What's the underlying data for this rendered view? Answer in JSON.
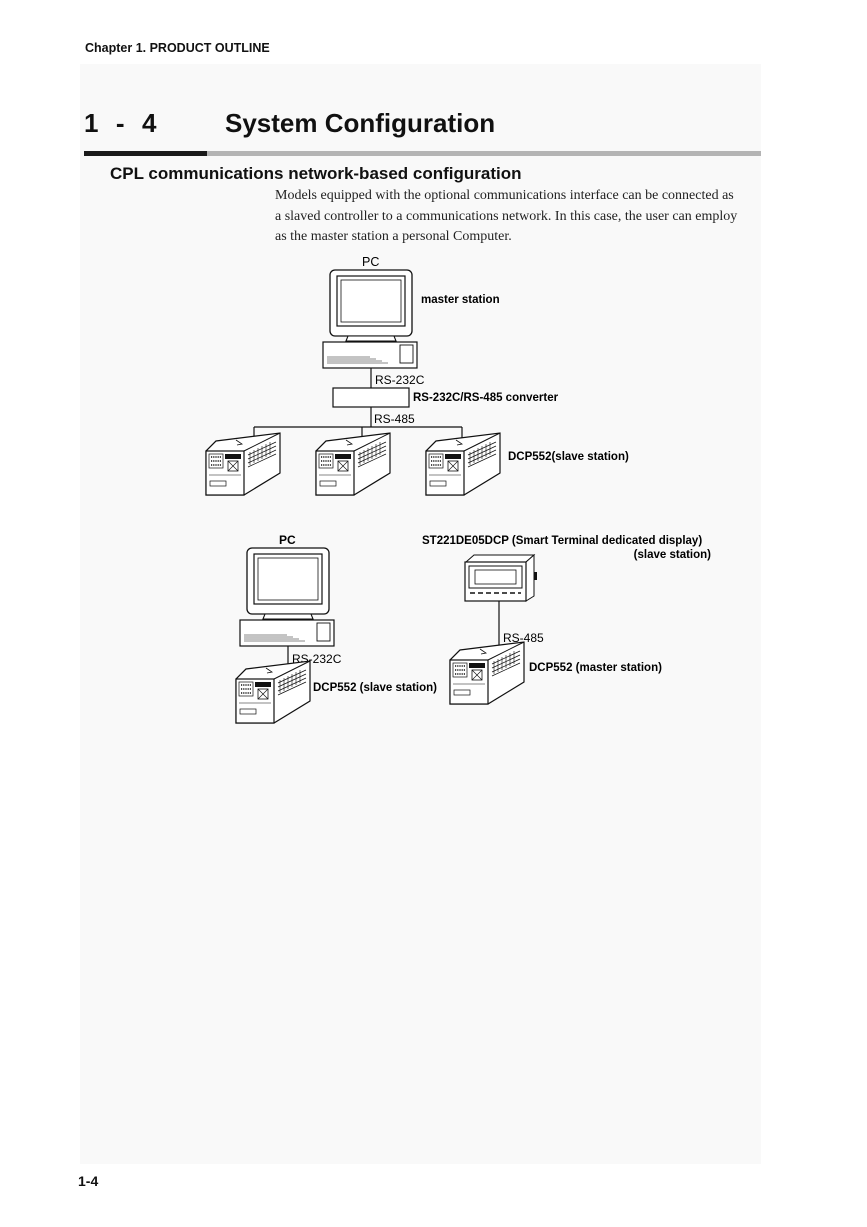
{
  "header": {
    "chapter": "Chapter 1. PRODUCT OUTLINE"
  },
  "section": {
    "number": "1  -  4",
    "title": "System Configuration"
  },
  "subsection": {
    "title": "CPL communications network-based configuration"
  },
  "intro_lines": [
    "Models equipped with the optional communications interface can be connected as",
    "a slaved controller to a communications network. In this case, the user can employ",
    "as the master station a personal Computer."
  ],
  "diagram1": {
    "pc_label": "PC",
    "master_label": "master station",
    "link1_label": "RS-232C",
    "converter_label": "RS-232C/RS-485 converter",
    "link2_label": "RS-485",
    "slave_label": "DCP552(slave station)"
  },
  "diagram2": {
    "pc_label": "PC",
    "link_label": "RS-232C",
    "slave_label": "DCP552 (slave station)"
  },
  "diagram3": {
    "display_label_line1": "ST221DE05DCP (Smart Terminal dedicated display)",
    "display_label_line2": "(slave station)",
    "link_label": "RS-485",
    "master_label": "DCP552 (master station)"
  },
  "footer": {
    "page": "1-4"
  }
}
